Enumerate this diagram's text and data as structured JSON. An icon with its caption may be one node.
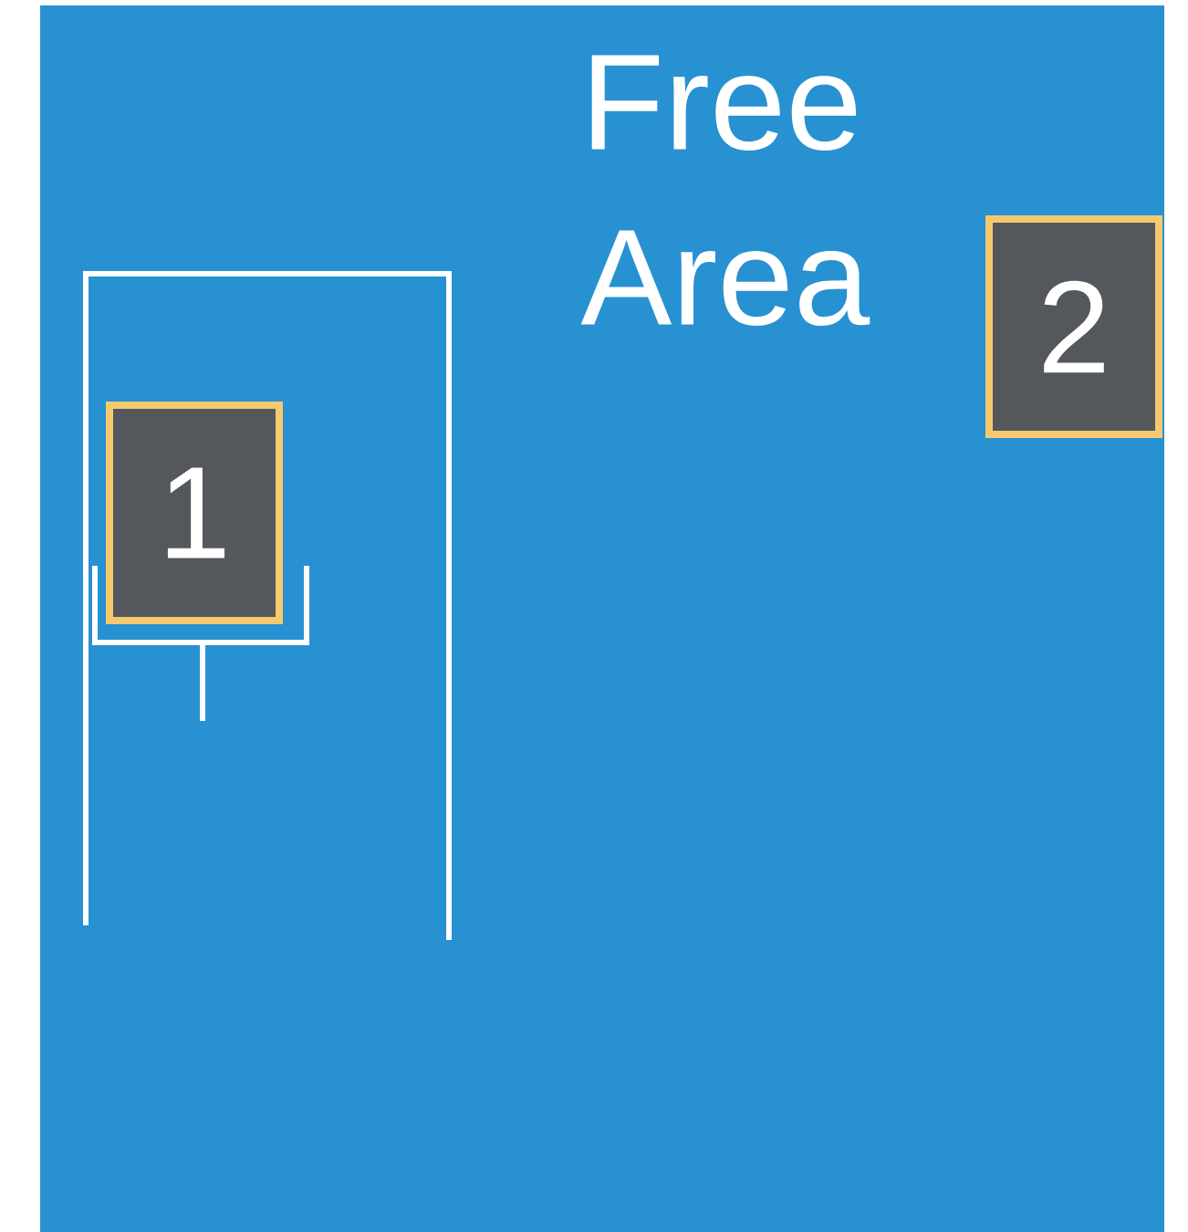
{
  "diagram": {
    "nodes": [
      {
        "text": [
          "1"
        ]
      },
      {
        "text": [
          "2"
        ]
      }
    ],
    "labels": [
      "Free Area"
    ]
  }
}
